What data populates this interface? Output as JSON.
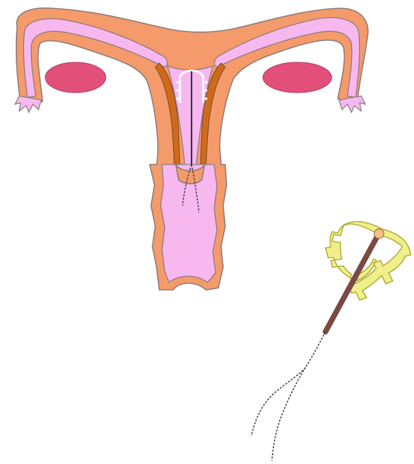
{
  "figure": {
    "parts": [
      "uterus",
      "fallopian-tube-left",
      "fallopian-tube-right",
      "ovary-left",
      "ovary-right",
      "vagina",
      "iud-in-place",
      "iud-device"
    ]
  },
  "colors": {
    "background": "#ffffff",
    "uterus_wall": "#f59a6a",
    "uterus_dark_band": "#d06a1a",
    "tube_and_cavity": "#f7b8f0",
    "ovary": "#e2507a",
    "iud_frame": "#f0ef8a",
    "iud_frame_stroke": "#b2ad3a",
    "iud_stem": "#7a4a42",
    "iud_tip": "#f3c08a",
    "thread": "#444444",
    "outline": "#8a7a7a"
  }
}
